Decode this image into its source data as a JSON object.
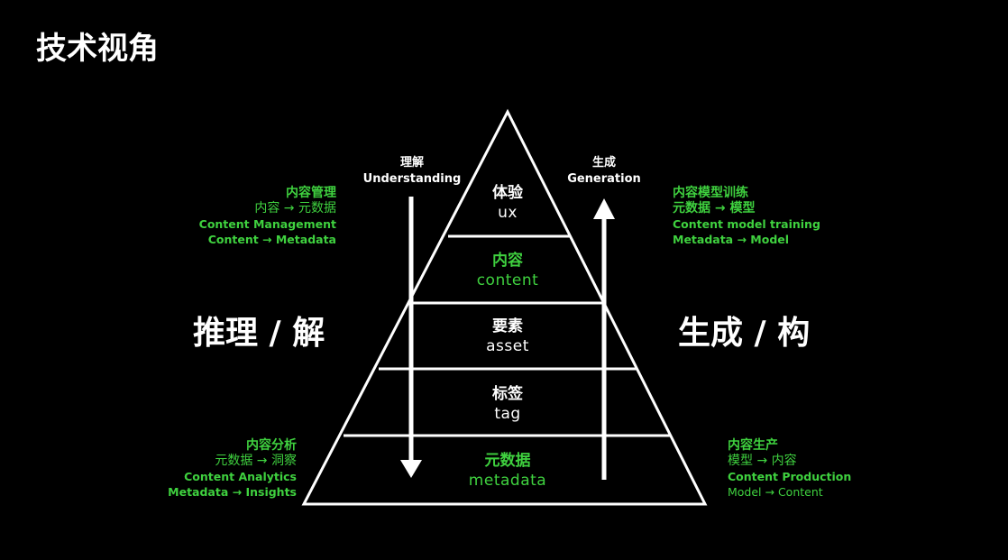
{
  "title": "技术视角",
  "left_big": "推理 / 解",
  "right_big": "生成 / 构",
  "arrows": {
    "down": {
      "zh": "理解",
      "en": "Understanding"
    },
    "up": {
      "zh": "生成",
      "en": "Generation"
    }
  },
  "layers": [
    {
      "zh": "体验",
      "en": "ux",
      "color": "#ffffff"
    },
    {
      "zh": "内容",
      "en": "content",
      "color": "#3fd13f"
    },
    {
      "zh": "要素",
      "en": "asset",
      "color": "#ffffff"
    },
    {
      "zh": "标签",
      "en": "tag",
      "color": "#ffffff"
    },
    {
      "zh": "元数据",
      "en": "metadata",
      "color": "#3fd13f"
    }
  ],
  "notes": {
    "top_left": [
      "内容管理",
      "内容 → 元数据",
      "Content Management",
      "Content → Metadata"
    ],
    "top_right": [
      "内容模型训练",
      "元数据 → 模型",
      "Content model training",
      "Metadata → Model"
    ],
    "bottom_left": [
      "内容分析",
      "元数据 → 洞察",
      "Content Analytics",
      "Metadata → Insights"
    ],
    "bottom_right": [
      "内容生产",
      "模型 → 内容",
      "Content Production",
      "Model → Content"
    ]
  },
  "accent": "#3fd13f"
}
